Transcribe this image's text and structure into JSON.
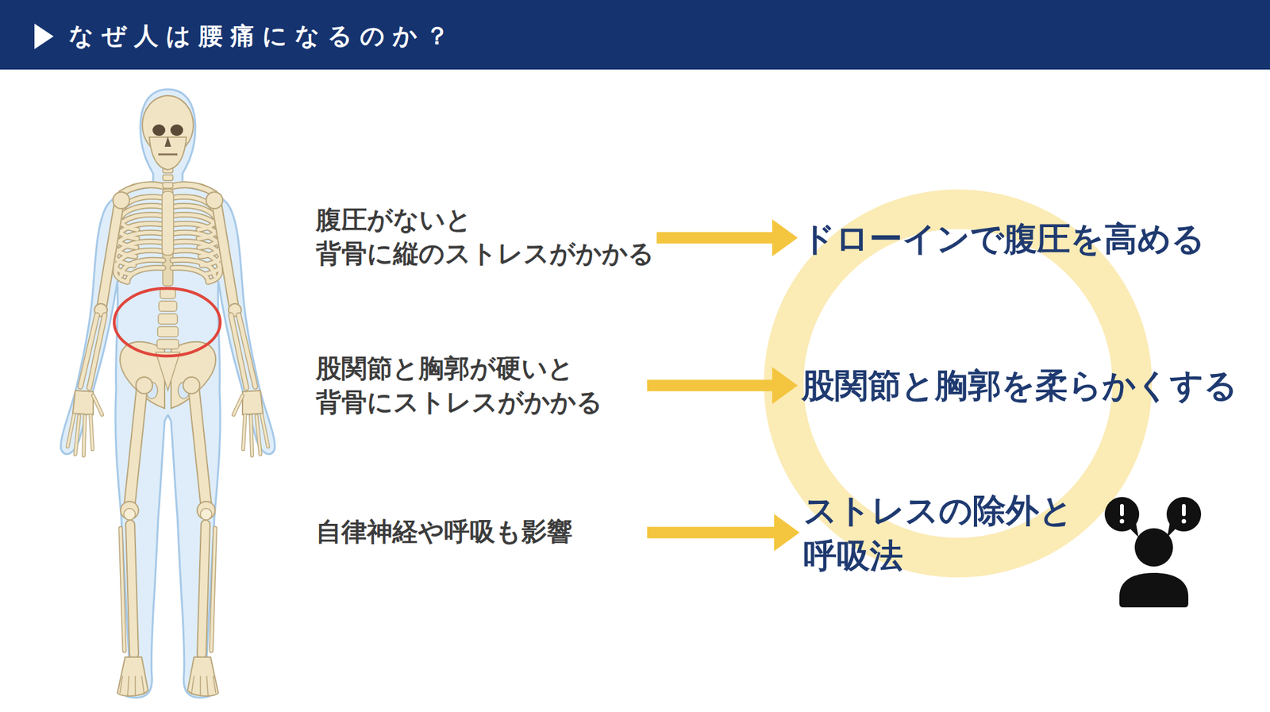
{
  "diagram": {
    "title": "なぜ人は腰痛になるのか？",
    "nodes": [
      {
        "text": [
          "腹圧がないと 背骨に縦のストレスがかかる"
        ]
      },
      {
        "text": [
          "ドローインで腹圧を高める"
        ]
      },
      {
        "text": [
          "股関節と胸郭が硬いと 背骨にストレスがかかる"
        ]
      },
      {
        "text": [
          "股関節と胸郭を柔らかくする"
        ]
      },
      {
        "text": [
          "自律神経や呼吸も影響"
        ]
      },
      {
        "text": [
          "ストレスの除外と 呼吸法"
        ]
      }
    ],
    "edges": [
      {
        "from": 0,
        "to": 1,
        "arrow": "to"
      },
      {
        "from": 2,
        "to": 3,
        "arrow": "to"
      },
      {
        "from": 4,
        "to": 5,
        "arrow": "to"
      }
    ]
  }
}
